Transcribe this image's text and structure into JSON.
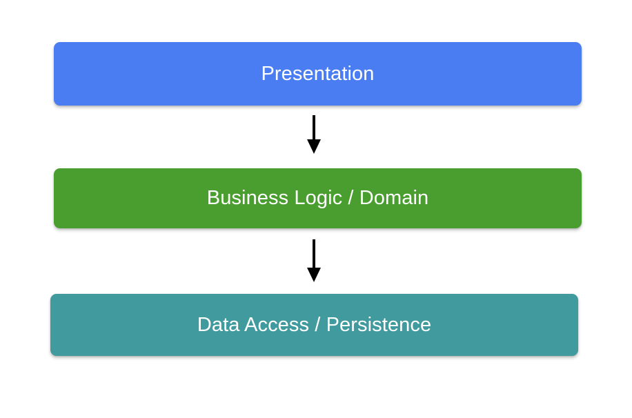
{
  "diagram": {
    "type": "flowchart-vertical",
    "background_color": "#ffffff",
    "layers": [
      {
        "id": "presentation",
        "label": "Presentation",
        "fill_color": "#4a7cf2",
        "text_color": "#ffffff"
      },
      {
        "id": "business-logic",
        "label": "Business Logic / Domain",
        "fill_color": "#4a9e2f",
        "text_color": "#ffffff"
      },
      {
        "id": "data-access",
        "label": "Data Access / Persistence",
        "fill_color": "#419b9e",
        "text_color": "#ffffff"
      }
    ],
    "connectors": [
      {
        "id": "presentation-to-business",
        "from": "presentation",
        "to": "business-logic",
        "direction": "down",
        "color": "#000000",
        "icon": "arrow-down-icon"
      },
      {
        "id": "business-to-data",
        "from": "business-logic",
        "to": "data-access",
        "direction": "down",
        "color": "#000000",
        "icon": "arrow-down-icon"
      }
    ]
  }
}
